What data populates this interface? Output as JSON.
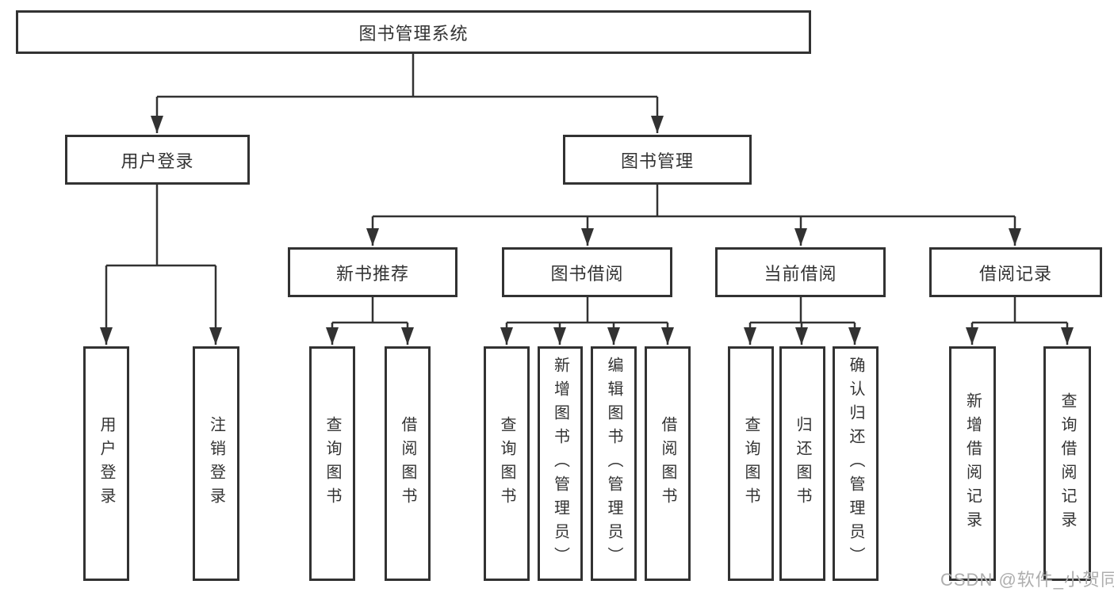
{
  "tree": {
    "root": {
      "label": "图书管理系统"
    },
    "branches": [
      {
        "label": "用户登录",
        "leaves": [
          "用户登录",
          "注销登录"
        ]
      },
      {
        "label": "图书管理",
        "groups": [
          {
            "label": "新书推荐",
            "leaves": [
              "查询图书",
              "借阅图书"
            ]
          },
          {
            "label": "图书借阅",
            "leaves": [
              "查询图书",
              "新增图书（管理员）",
              "编辑图书（管理员）",
              "借阅图书"
            ]
          },
          {
            "label": "当前借阅",
            "leaves": [
              "查询图书",
              "归还图书",
              "确认归还（管理员）"
            ]
          },
          {
            "label": "借阅记录",
            "leaves": [
              "新增借阅记录",
              "查询借阅记录"
            ]
          }
        ]
      }
    ]
  },
  "watermark": {
    "text": "CSDN @软件_小贺同学"
  },
  "colors": {
    "line": "#323232",
    "text": "#333333",
    "watermark": "#aeaeae",
    "background": "#ffffff"
  }
}
